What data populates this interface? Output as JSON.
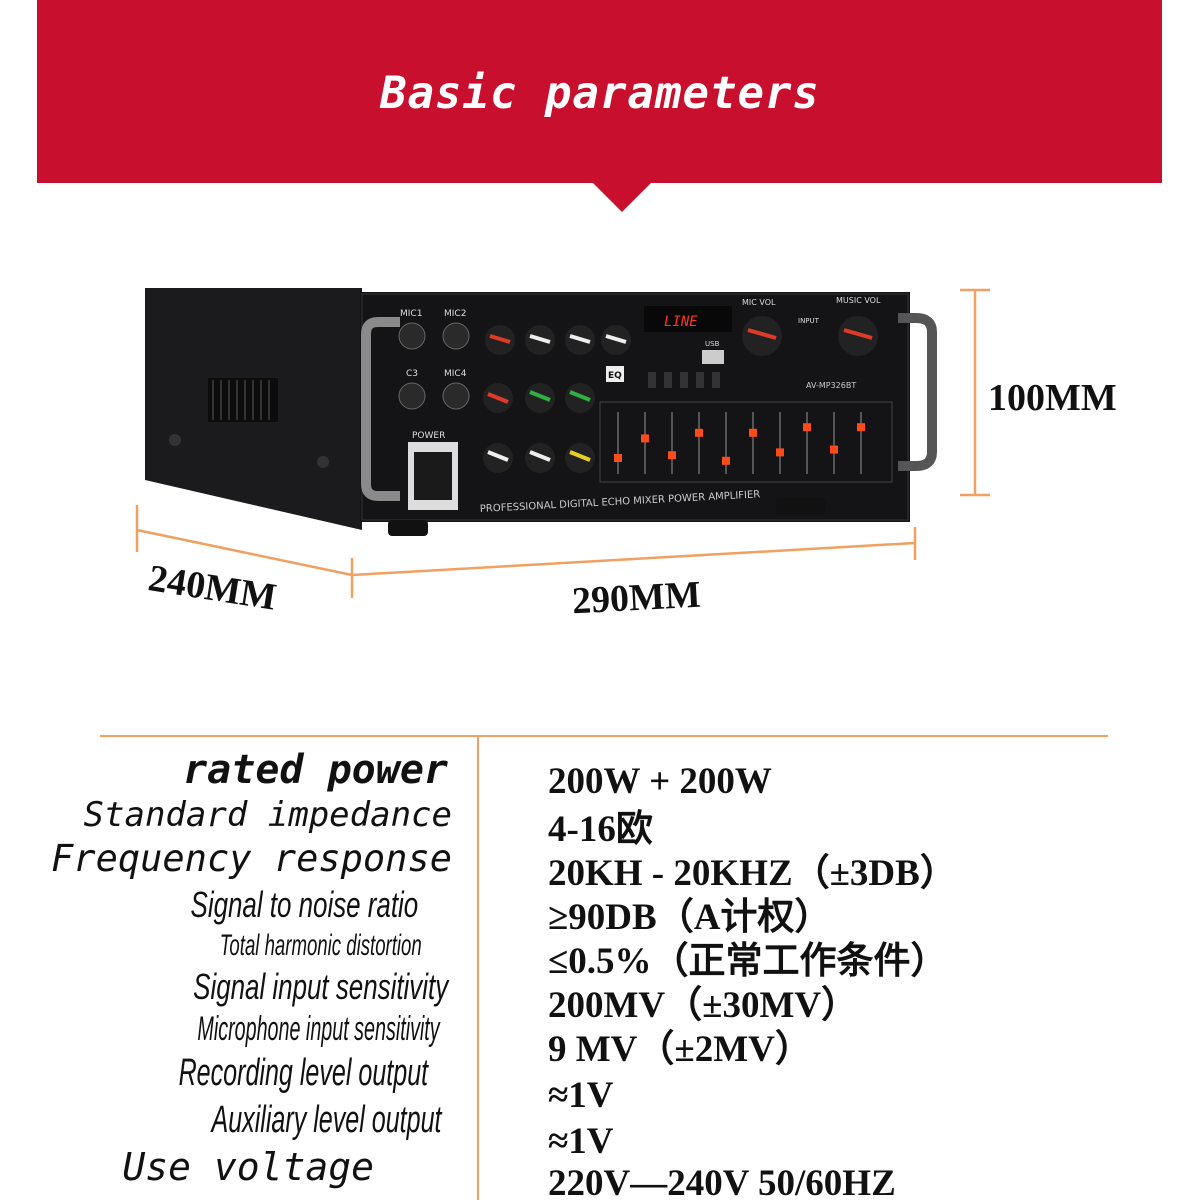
{
  "banner": {
    "title": "Basic parameters",
    "color": "#c8102e"
  },
  "product": {
    "model": "AV-MP326BT",
    "panel_text": "PROFESSIONAL DIGITAL ECHO MIXER POWER AMPLIFIER",
    "display": "LINE",
    "labels": [
      "MIC1",
      "MIC2",
      "C3",
      "MIC4",
      "POWER",
      "MIC VOL",
      "MUSIC VOL",
      "INPUT",
      "USB",
      "EQ"
    ]
  },
  "dimensions": {
    "height": "100MM",
    "width": "290MM",
    "depth": "240MM",
    "line_color": "#f0a060"
  },
  "specs": [
    {
      "label": "rated power",
      "value": "200W + 200W"
    },
    {
      "label": "Standard impedance",
      "value": "4-16欧"
    },
    {
      "label": "Frequency response",
      "value": "20KH - 20KHZ（±3DB）"
    },
    {
      "label": "Signal to noise ratio",
      "value": "≥90DB（A计权）"
    },
    {
      "label": "Total harmonic distortion",
      "value": "≤0.5%（正常工作条件）"
    },
    {
      "label": "Signal input sensitivity",
      "value": "200MV（±30MV）"
    },
    {
      "label": "Microphone input sensitivity",
      "value": "9 MV（±2MV）"
    },
    {
      "label": "Recording level output",
      "value": "≈1V"
    },
    {
      "label": "Auxiliary level output",
      "value": "≈1V"
    },
    {
      "label": "Use voltage",
      "value": "220V—240V 50/60HZ"
    }
  ]
}
